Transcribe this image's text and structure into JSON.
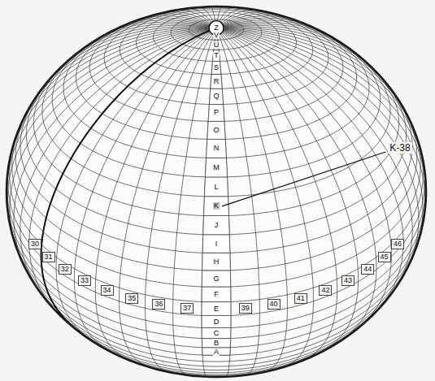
{
  "diagram": {
    "labels": [
      "Z",
      "V",
      "U",
      "T",
      "S",
      "R",
      "Q",
      "P",
      "O",
      "N",
      "M",
      "L",
      "K",
      "J",
      "I",
      "H",
      "G",
      "F",
      "E",
      "D",
      "C",
      "B",
      "A",
      "K-38",
      "30",
      "31",
      "32",
      "33",
      "34",
      "35",
      "36",
      "37",
      "39",
      "40",
      "41",
      "42",
      "43",
      "44",
      "45",
      "46"
    ]
  }
}
